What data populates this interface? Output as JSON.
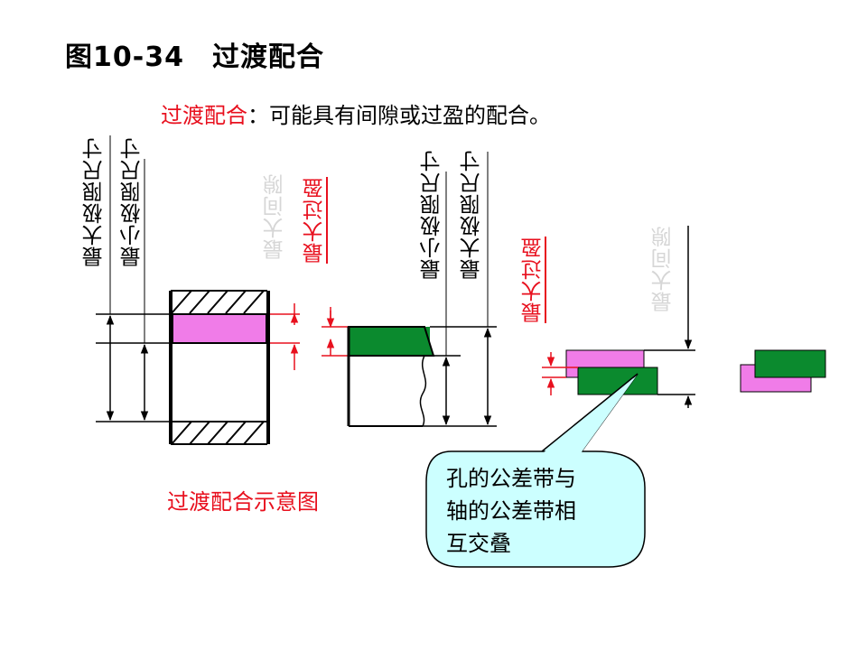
{
  "title": "图10-34　过渡配合",
  "subtitle": {
    "term": "过渡配合",
    "definition": "：可能具有间隙或过盈的配合。"
  },
  "labels": {
    "hole_max": "最大极限尺寸",
    "hole_min": "最小极限尺寸",
    "max_clearance_left": "最大间隙",
    "max_interference_left": "最大过盈",
    "shaft_min": "最小极限尺寸",
    "shaft_max": "最大极限尺寸",
    "max_interference_right": "最大过盈",
    "max_clearance_right": "最大间隙"
  },
  "caption": "过渡配合示意图",
  "callout": "孔的公差带与\n轴的公差带相\n互交叠",
  "colors": {
    "hole_zone": "#f07ce8",
    "shaft_zone": "#0b8a2e",
    "accent_red": "#e8101e",
    "callout_fill": "#ccffff"
  }
}
